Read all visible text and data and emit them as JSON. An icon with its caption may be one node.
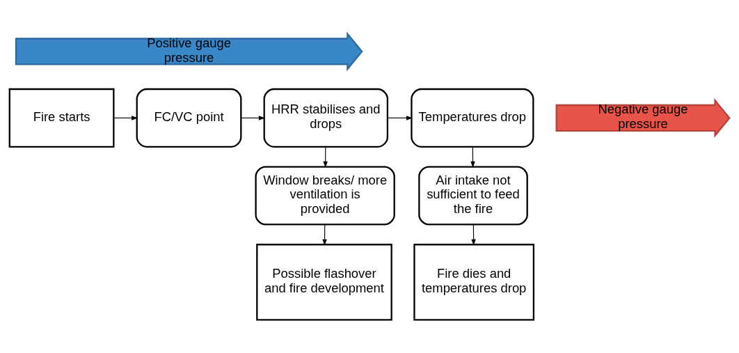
{
  "diagram": {
    "nodes": [
      {
        "text": [
          "Fire starts"
        ]
      },
      {
        "text": [
          "FC/VC point"
        ]
      },
      {
        "text": [
          "HRR stabilises and drops"
        ]
      },
      {
        "text": [
          "Temperatures drop"
        ]
      },
      {
        "text": [
          "Window breaks/ more ventilation is provided"
        ]
      },
      {
        "text": [
          "Air intake not sufficient to feed the fire"
        ]
      },
      {
        "text": [
          "Possible flashover and fire development"
        ]
      },
      {
        "text": [
          "Fire dies and temperatures drop"
        ]
      },
      {
        "text": [
          "Positive gauge pressure"
        ]
      },
      {
        "text": [
          "Negative gauge pressure"
        ]
      }
    ],
    "edges": [
      {
        "from": 0,
        "to": 1,
        "arrow": "to"
      },
      {
        "from": 1,
        "to": 2,
        "arrow": "to"
      },
      {
        "from": 2,
        "to": 3,
        "arrow": "to"
      },
      {
        "from": 2,
        "to": 4,
        "arrow": "to"
      },
      {
        "from": 3,
        "to": 5,
        "arrow": "to"
      },
      {
        "from": 4,
        "to": 6,
        "arrow": "to"
      },
      {
        "from": 5,
        "to": 7,
        "arrow": "to"
      }
    ]
  }
}
